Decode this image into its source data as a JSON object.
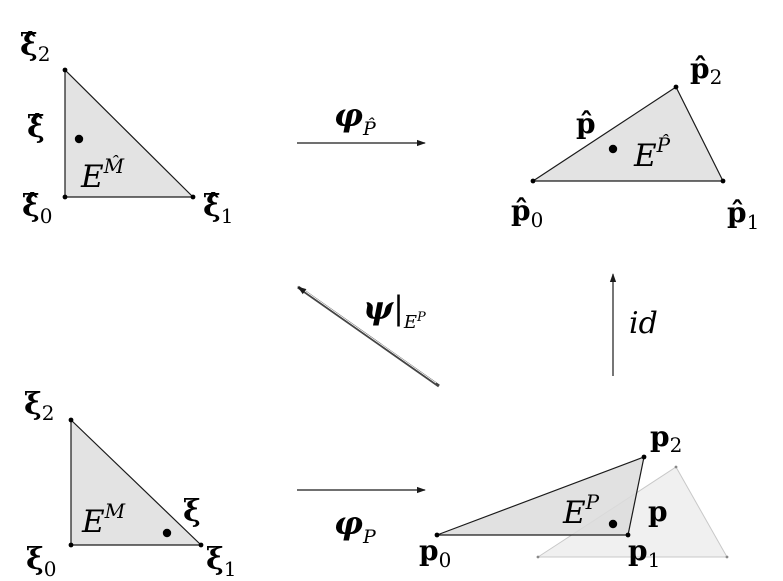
{
  "reference_element": {
    "vertex_labels": {
      "top": {
        "base": "ξ̂",
        "sub": "2"
      },
      "origin": {
        "base": "ξ̂",
        "sub": "0"
      },
      "right": {
        "base": "ξ̂",
        "sub": "1"
      }
    },
    "point_label": "ξ̂",
    "element_label": {
      "base": "E",
      "sup": "M̂"
    }
  },
  "physical_reference_element": {
    "vertex_labels": {
      "left": {
        "base": "p̂",
        "sub": "0"
      },
      "right": {
        "base": "p̂",
        "sub": "1"
      },
      "top": {
        "base": "p̂",
        "sub": "2"
      }
    },
    "point_label": "p̂",
    "element_label": {
      "base": "E",
      "sup": "P̂"
    }
  },
  "mesh_element": {
    "vertex_labels": {
      "top": {
        "base": "ξ",
        "sub": "2"
      },
      "origin": {
        "base": "ξ",
        "sub": "0"
      },
      "right": {
        "base": "ξ",
        "sub": "1"
      }
    },
    "point_label": "ξ",
    "element_label": {
      "base": "E",
      "sup": "M"
    }
  },
  "physical_element": {
    "vertex_labels": {
      "left": {
        "base": "p",
        "sub": "0"
      },
      "right": {
        "base": "p",
        "sub": "1"
      },
      "top": {
        "base": "p",
        "sub": "2"
      }
    },
    "point_label": "p",
    "element_label": {
      "base": "E",
      "sup": "P"
    }
  },
  "maps": {
    "top": {
      "base": "φ",
      "sub": "P̂"
    },
    "diagonal": {
      "base": "ψ",
      "restrict": "|",
      "sub": "E",
      "subsup": "P"
    },
    "right": "id",
    "bottom": {
      "base": "φ",
      "sub": "P"
    }
  },
  "colors": {
    "fill": "#e3e3e3",
    "fill_faint": "#f0f0f0",
    "stroke": "#1a1a1a",
    "stroke_faint": "#c8c8c8"
  }
}
